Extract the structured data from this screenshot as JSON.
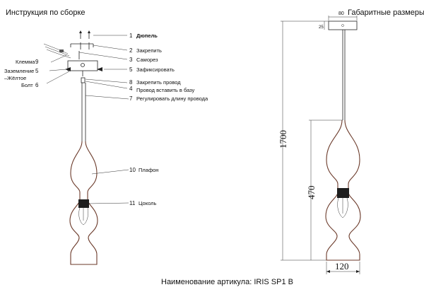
{
  "titles": {
    "assembly": "Инструкция по сборке",
    "dimensions": "Габаритные размеры",
    "article": "Наименование артикула: IRIS SP1 B"
  },
  "callouts": {
    "c1": {
      "num": "1",
      "label": "Дюпель"
    },
    "c2": {
      "num": "2",
      "label": "Закрепить"
    },
    "c3": {
      "num": "3",
      "label": "Саморез"
    },
    "c5r": {
      "num": "5",
      "label": "Зафиксировать"
    },
    "c8": {
      "num": "8",
      "label": "Закрепить провод"
    },
    "c4": {
      "num": "4",
      "label": "Провод вставить в базу"
    },
    "c7": {
      "num": "7",
      "label": "Регулировать длину провода"
    },
    "c10": {
      "num": "10",
      "label": "Плафон"
    },
    "c11": {
      "num": "11",
      "label": "Цоколь"
    },
    "c9": {
      "num": "9",
      "label": "Клемма"
    },
    "c5l": {
      "num": "5",
      "label1": "Заземление",
      "label2": "Жёлтое"
    },
    "c6": {
      "num": "6",
      "label": "Болт"
    }
  },
  "dimensions": {
    "canopy_width": "80",
    "canopy_height": "25",
    "total_height": "1700",
    "shade_height": "470",
    "shade_width": "120"
  },
  "colors": {
    "line": "#222222",
    "glass": "#6b3a2a"
  }
}
